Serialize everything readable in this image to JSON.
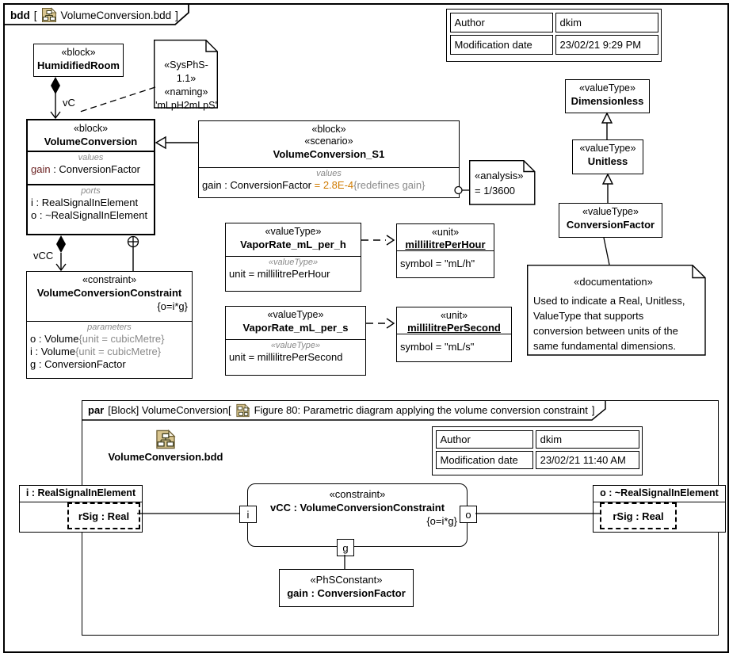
{
  "tab_bdd": {
    "kind": "bdd",
    "open": "[",
    "title": "VolumeConversion.bdd",
    "close": "]"
  },
  "meta_top": {
    "r1_label": "Author",
    "r1_value": "dkim",
    "r2_label": "Modification date",
    "r2_value": "23/02/21 9:29 PM"
  },
  "humidified_room": {
    "stereotype": "«block»",
    "name": "HumidifiedRoom"
  },
  "naming_note": {
    "line1": "«SysPhS-1.1»",
    "line2": "«naming»",
    "line3": "'mLpH2mLpS'"
  },
  "labels": {
    "vc": "vC",
    "vcc": "vCC"
  },
  "volume_conversion": {
    "stereotype": "«block»",
    "name": "VolumeConversion",
    "values_label": "values",
    "gain_name": "gain",
    "gain_type": " : ConversionFactor",
    "ports_label": "ports",
    "port_i": "i : RealSignalInElement",
    "port_o": "o : ~RealSignalInElement"
  },
  "scenario": {
    "stereo1": "«block»",
    "stereo2": "«scenario»",
    "name": "VolumeConversion_S1",
    "values_label": "values",
    "gain_prefix": "gain : ConversionFactor ",
    "gain_value": "= 2.8E-4",
    "gain_suffix": "{redefines gain}"
  },
  "analysis_note": {
    "stereotype": "«analysis»",
    "value": "= 1/3600"
  },
  "dimensionless": {
    "stereotype": "«valueType»",
    "name": "Dimensionless"
  },
  "unitless": {
    "stereotype": "«valueType»",
    "name": "Unitless"
  },
  "conversion_factor": {
    "stereotype": "«valueType»",
    "name": "ConversionFactor"
  },
  "constraint_block": {
    "stereotype": "«constraint»",
    "name": "VolumeConversionConstraint",
    "expression": "{o=i*g}",
    "params_label": "parameters",
    "p1": "o : Volume",
    "p1_unit": "{unit = cubicMetre}",
    "p2": "i : Volume",
    "p2_unit": "{unit = cubicMetre}",
    "p3": "g : ConversionFactor"
  },
  "vapor_h": {
    "stereotype": "«valueType»",
    "name": "VaporRate_mL_per_h",
    "sub": "«valueType»",
    "unit": "unit = millilitrePerHour"
  },
  "unit_h": {
    "stereotype": "«unit»",
    "name": "millilitrePerHour",
    "symbol": "symbol = \"mL/h\""
  },
  "vapor_s": {
    "stereotype": "«valueType»",
    "name": "VaporRate_mL_per_s",
    "sub": "«valueType»",
    "unit": "unit = millilitrePerSecond"
  },
  "unit_s": {
    "stereotype": "«unit»",
    "name": "millilitrePerSecond",
    "symbol": "symbol = \"mL/s\""
  },
  "doc_note": {
    "stereotype": "«documentation»",
    "line1": "Used to indicate a Real, Unitless,",
    "line2": "ValueType that supports",
    "line3": "conversion between units of the",
    "line4": "same fundamental dimensions."
  },
  "tab_par": {
    "kind": "par",
    "context": "[Block] VolumeConversion[",
    "title": "Figure 80: Parametric diagram applying the volume conversion constraint",
    "close": "]"
  },
  "par": {
    "icon_label": "VolumeConversion.bdd",
    "meta": {
      "r1_label": "Author",
      "r1_value": "dkim",
      "r2_label": "Modification date",
      "r2_value": "23/02/21 11:40 AM"
    },
    "part_i": {
      "header": "i : RealSignalInElement",
      "inner": "rSig : Real"
    },
    "part_o": {
      "header": "o : ~RealSignalInElement",
      "inner": "rSig : Real"
    },
    "constraint": {
      "stereotype": "«constraint»",
      "name": "vCC : VolumeConversionConstraint",
      "expression": "{o=i*g}",
      "port_i": "i",
      "port_o": "o",
      "port_g": "g"
    },
    "gain": {
      "stereotype": "«PhSConstant»",
      "name": "gain : ConversionFactor"
    }
  },
  "colors": {
    "accent_orange": "#cf7a00",
    "muted_gray": "#8a8a8a",
    "maroon": "#6b2222",
    "icon_tan": "#d8c48e"
  }
}
